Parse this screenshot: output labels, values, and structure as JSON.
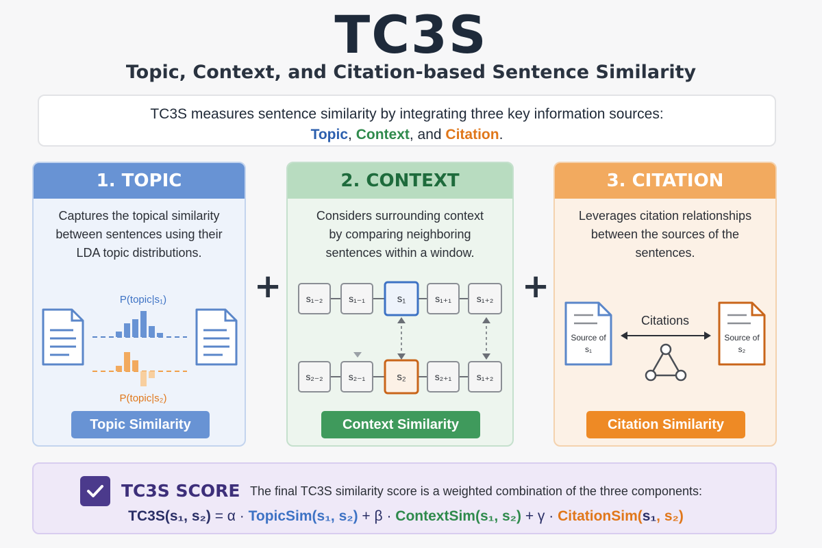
{
  "title": "TC3S",
  "subtitle": "Topic, Context, and Citation-based Sentence Similarity",
  "intro": {
    "line1": "TC3S measures sentence similarity by integrating three key information sources:",
    "topic": "Topic",
    "sep1": ", ",
    "context": "Context",
    "sep2": ", and ",
    "citation": "Citation",
    "end": "."
  },
  "panels": {
    "topic": {
      "heading": "1. TOPIC",
      "description": "Captures the topical similarity between sentences using their LDA topic distributions.",
      "dist1_label": "P(topic|s₁)",
      "dist2_label": "P(topic|s₂)",
      "pill": "Topic Similarity"
    },
    "context": {
      "heading": "2. CONTEXT",
      "description": "Considers surrounding context by comparing neighboring sentences within a window.",
      "row1": [
        "s₁₋₂",
        "s₁₋₁",
        "s₁",
        "s₁₊₁",
        "s₁₊₂"
      ],
      "row2": [
        "s₂₋₂",
        "s₂₋₁",
        "s₂",
        "s₂₊₁",
        "s₁₊₂"
      ],
      "pill": "Context Similarity"
    },
    "citation": {
      "heading": "3. CITATION",
      "description": "Leverages citation relationships between the sources of the sentences.",
      "doc1_label1": "Source of",
      "doc1_label2": "s₁",
      "doc2_label1": "Source of",
      "doc2_label2": "s₂",
      "arrow_label": "Citations",
      "pill": "Citation Similarity"
    }
  },
  "plus_symbol": "+",
  "score": {
    "title": "TC3S SCORE",
    "description": "The final TC3S similarity score is a weighted combination of the three components:",
    "formula": {
      "lhs": "TC3S(s₁, s₂)",
      "eq": " = α · ",
      "topic": "TopicSim(s₁, s₂)",
      "op1": " + β · ",
      "context": "ContextSim(s₁, s₂)",
      "op2": " + γ · ",
      "citation_name": "CitationSim(",
      "citation_s1": "s₁",
      "citation_comma": ", ",
      "citation_s2": "s₂",
      "citation_close": ")"
    }
  },
  "colors": {
    "topic": "#6893d4",
    "context": "#2f8a4c",
    "citation": "#e0771a",
    "score": "#4b3a8c"
  }
}
